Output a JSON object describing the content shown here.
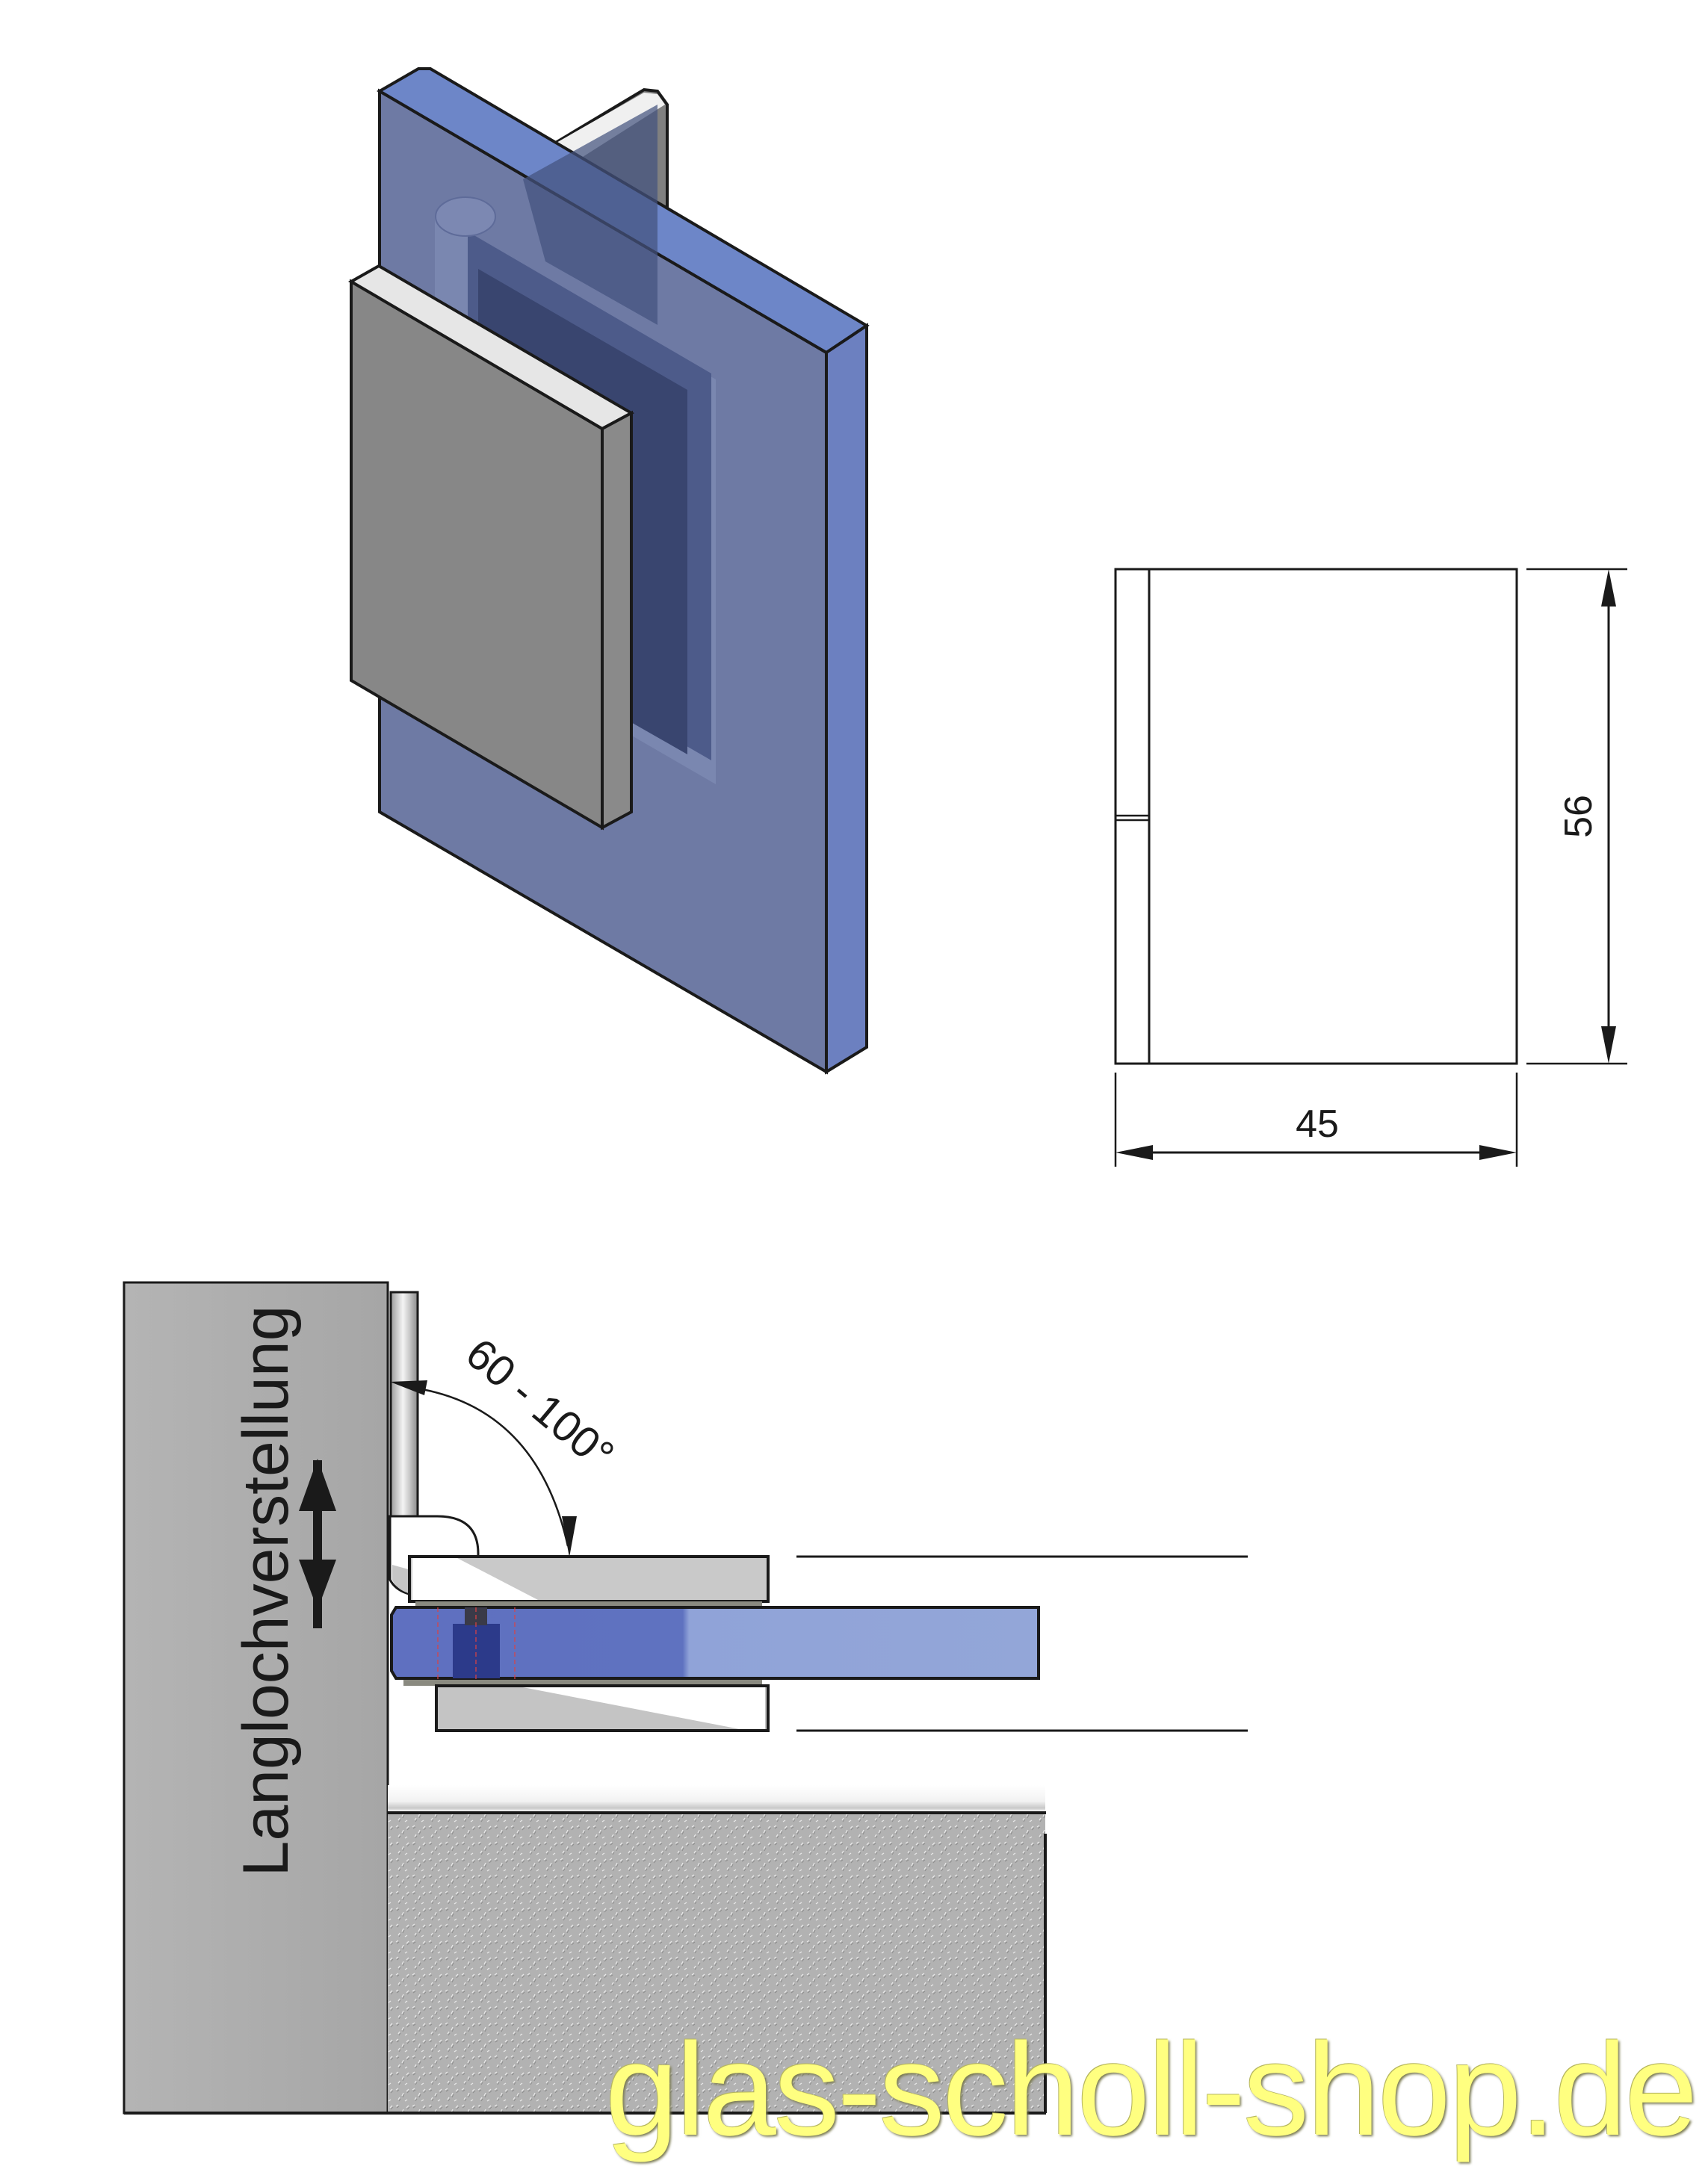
{
  "drawing": {
    "subject": "glass door hinge (wall-to-glass)",
    "colors": {
      "glass_front": "#6e7aa4",
      "glass_edge": "#6c80c0",
      "glass_top": "#6d86c8",
      "plate_grey": "#878787",
      "plate_top": "#e6e6e6",
      "wall_grey": "#aaaaaa",
      "outline": "#1a1a1a",
      "watermark_yellow": "#ffff80"
    }
  },
  "front_view": {
    "width_label": "45",
    "height_label": "56"
  },
  "section_view": {
    "angle_label": "60 - 100°",
    "adjustment_label": "Langlochverstellung"
  },
  "watermark": {
    "text": "glas-scholl-shop.de"
  }
}
